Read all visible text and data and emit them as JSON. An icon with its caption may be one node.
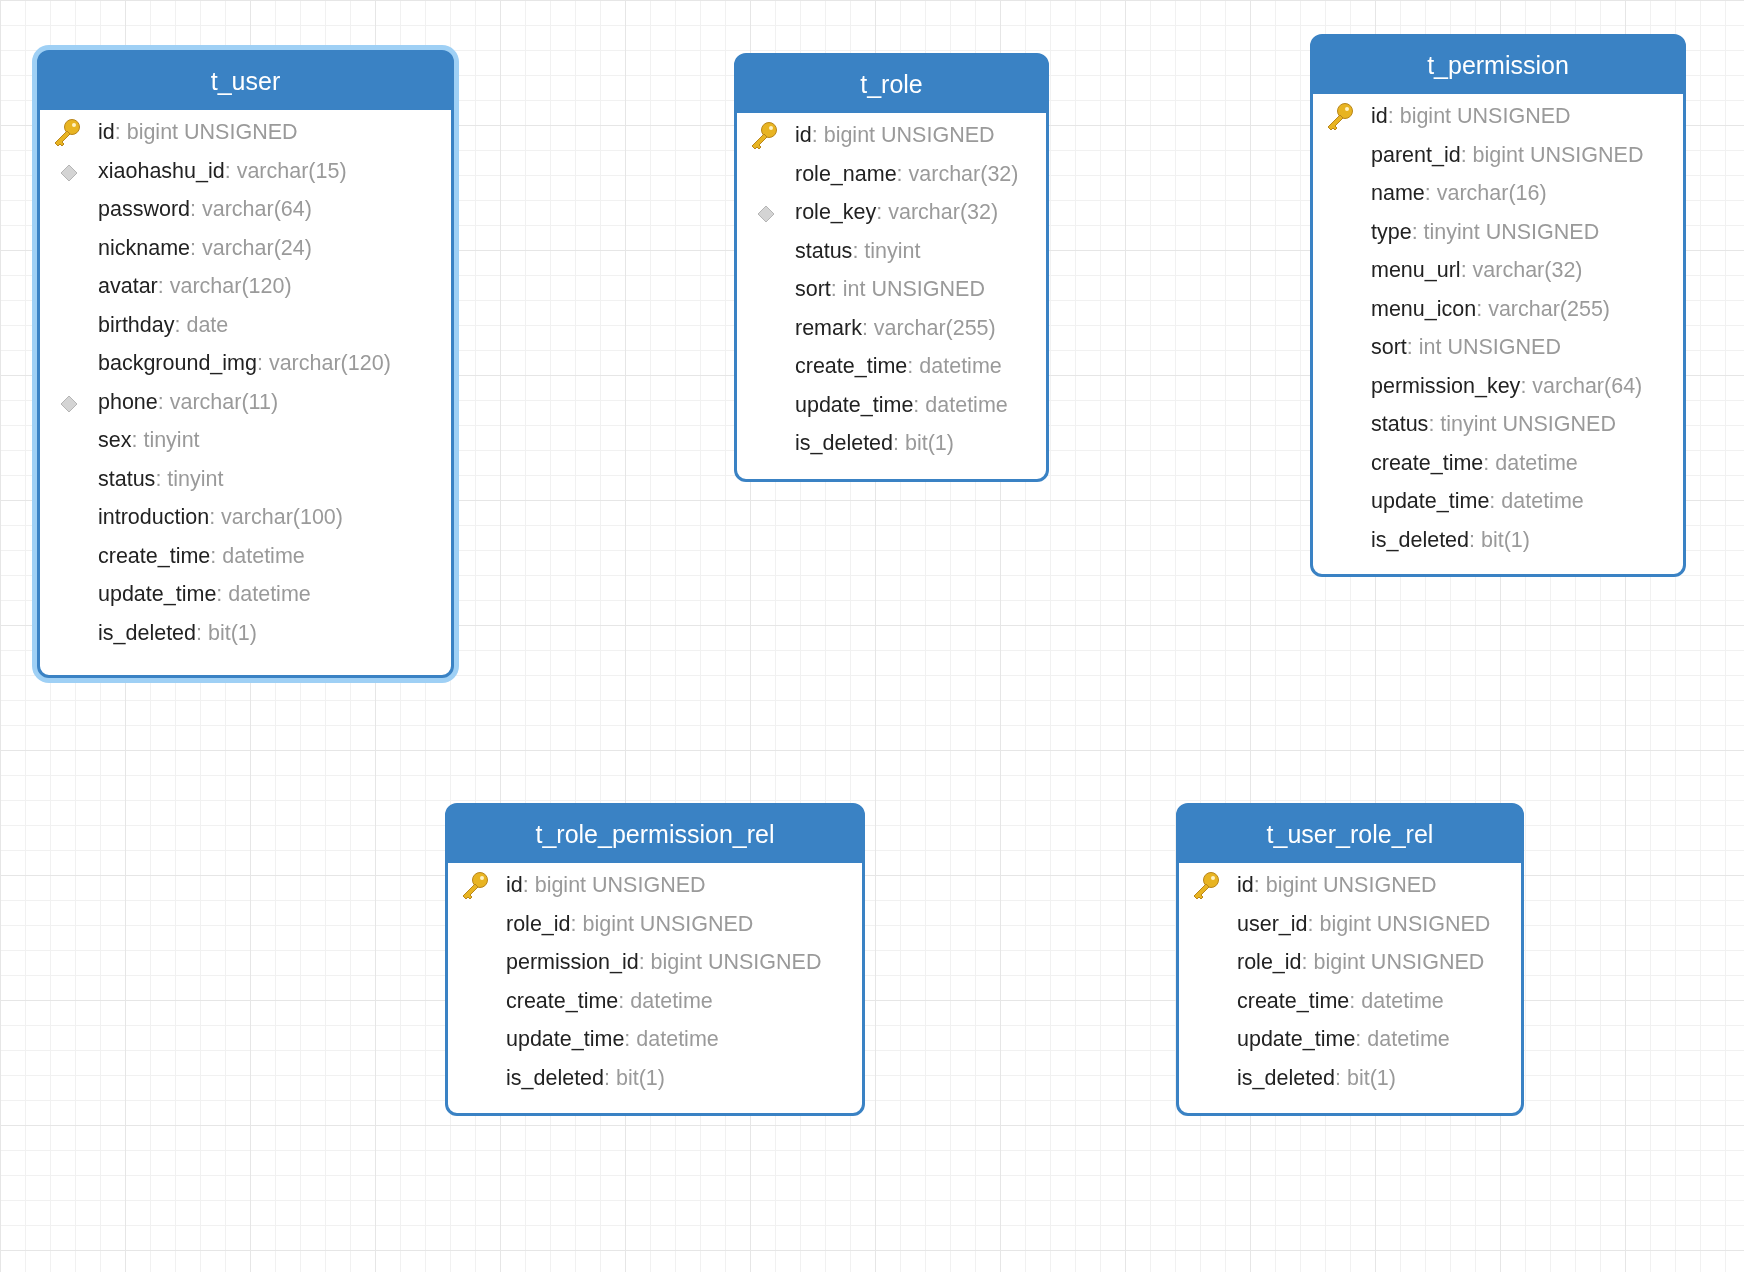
{
  "diagram": {
    "nodes": [
      {
        "text": [
          "t_user",
          "id: bigint UNSIGNED",
          "xiaohashu_id: varchar(15)",
          "password: varchar(64)",
          "nickname: varchar(24)",
          "avatar: varchar(120)",
          "birthday: date",
          "background_img: varchar(120)",
          "phone: varchar(11)",
          "sex: tinyint",
          "status: tinyint",
          "introduction: varchar(100)",
          "create_time: datetime",
          "update_time: datetime",
          "is_deleted: bit(1)"
        ]
      },
      {
        "text": [
          "t_role",
          "id: bigint UNSIGNED",
          "role_name: varchar(32)",
          "role_key: varchar(32)",
          "status: tinyint",
          "sort: int UNSIGNED",
          "remark: varchar(255)",
          "create_time: datetime",
          "update_time: datetime",
          "is_deleted: bit(1)"
        ]
      },
      {
        "text": [
          "t_permission",
          "id: bigint UNSIGNED",
          "parent_id: bigint UNSIGNED",
          "name: varchar(16)",
          "type: tinyint UNSIGNED",
          "menu_url: varchar(32)",
          "menu_icon: varchar(255)",
          "sort: int UNSIGNED",
          "permission_key: varchar(64)",
          "status: tinyint UNSIGNED",
          "create_time: datetime",
          "update_time: datetime",
          "is_deleted: bit(1)"
        ]
      },
      {
        "text": [
          "t_role_permission_rel",
          "id: bigint UNSIGNED",
          "role_id: bigint UNSIGNED",
          "permission_id: bigint UNSIGNED",
          "create_time: datetime",
          "update_time: datetime",
          "is_deleted: bit(1)"
        ]
      },
      {
        "text": [
          "t_user_role_rel",
          "id: bigint UNSIGNED",
          "user_id: bigint UNSIGNED",
          "role_id: bigint UNSIGNED",
          "create_time: datetime",
          "update_time: datetime",
          "is_deleted: bit(1)"
        ]
      }
    ]
  }
}
